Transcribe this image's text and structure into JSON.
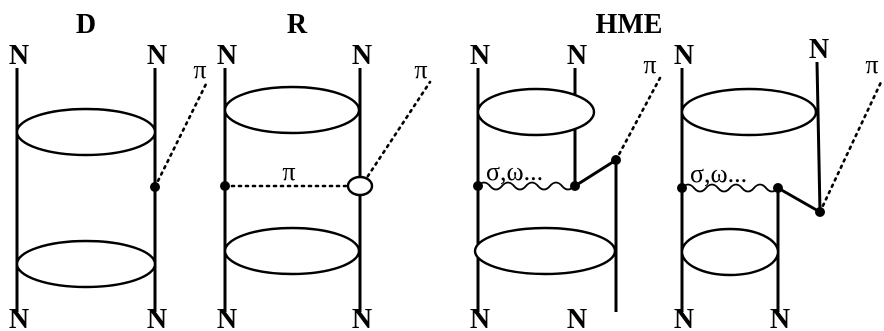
{
  "panels": {
    "d": {
      "title": "D"
    },
    "r": {
      "title": "R",
      "exchange_label": "π"
    },
    "hme": {
      "title": "HME",
      "exchange_label": "σ,ω..."
    }
  },
  "particles": {
    "nucleon": "N",
    "pion": "π"
  }
}
